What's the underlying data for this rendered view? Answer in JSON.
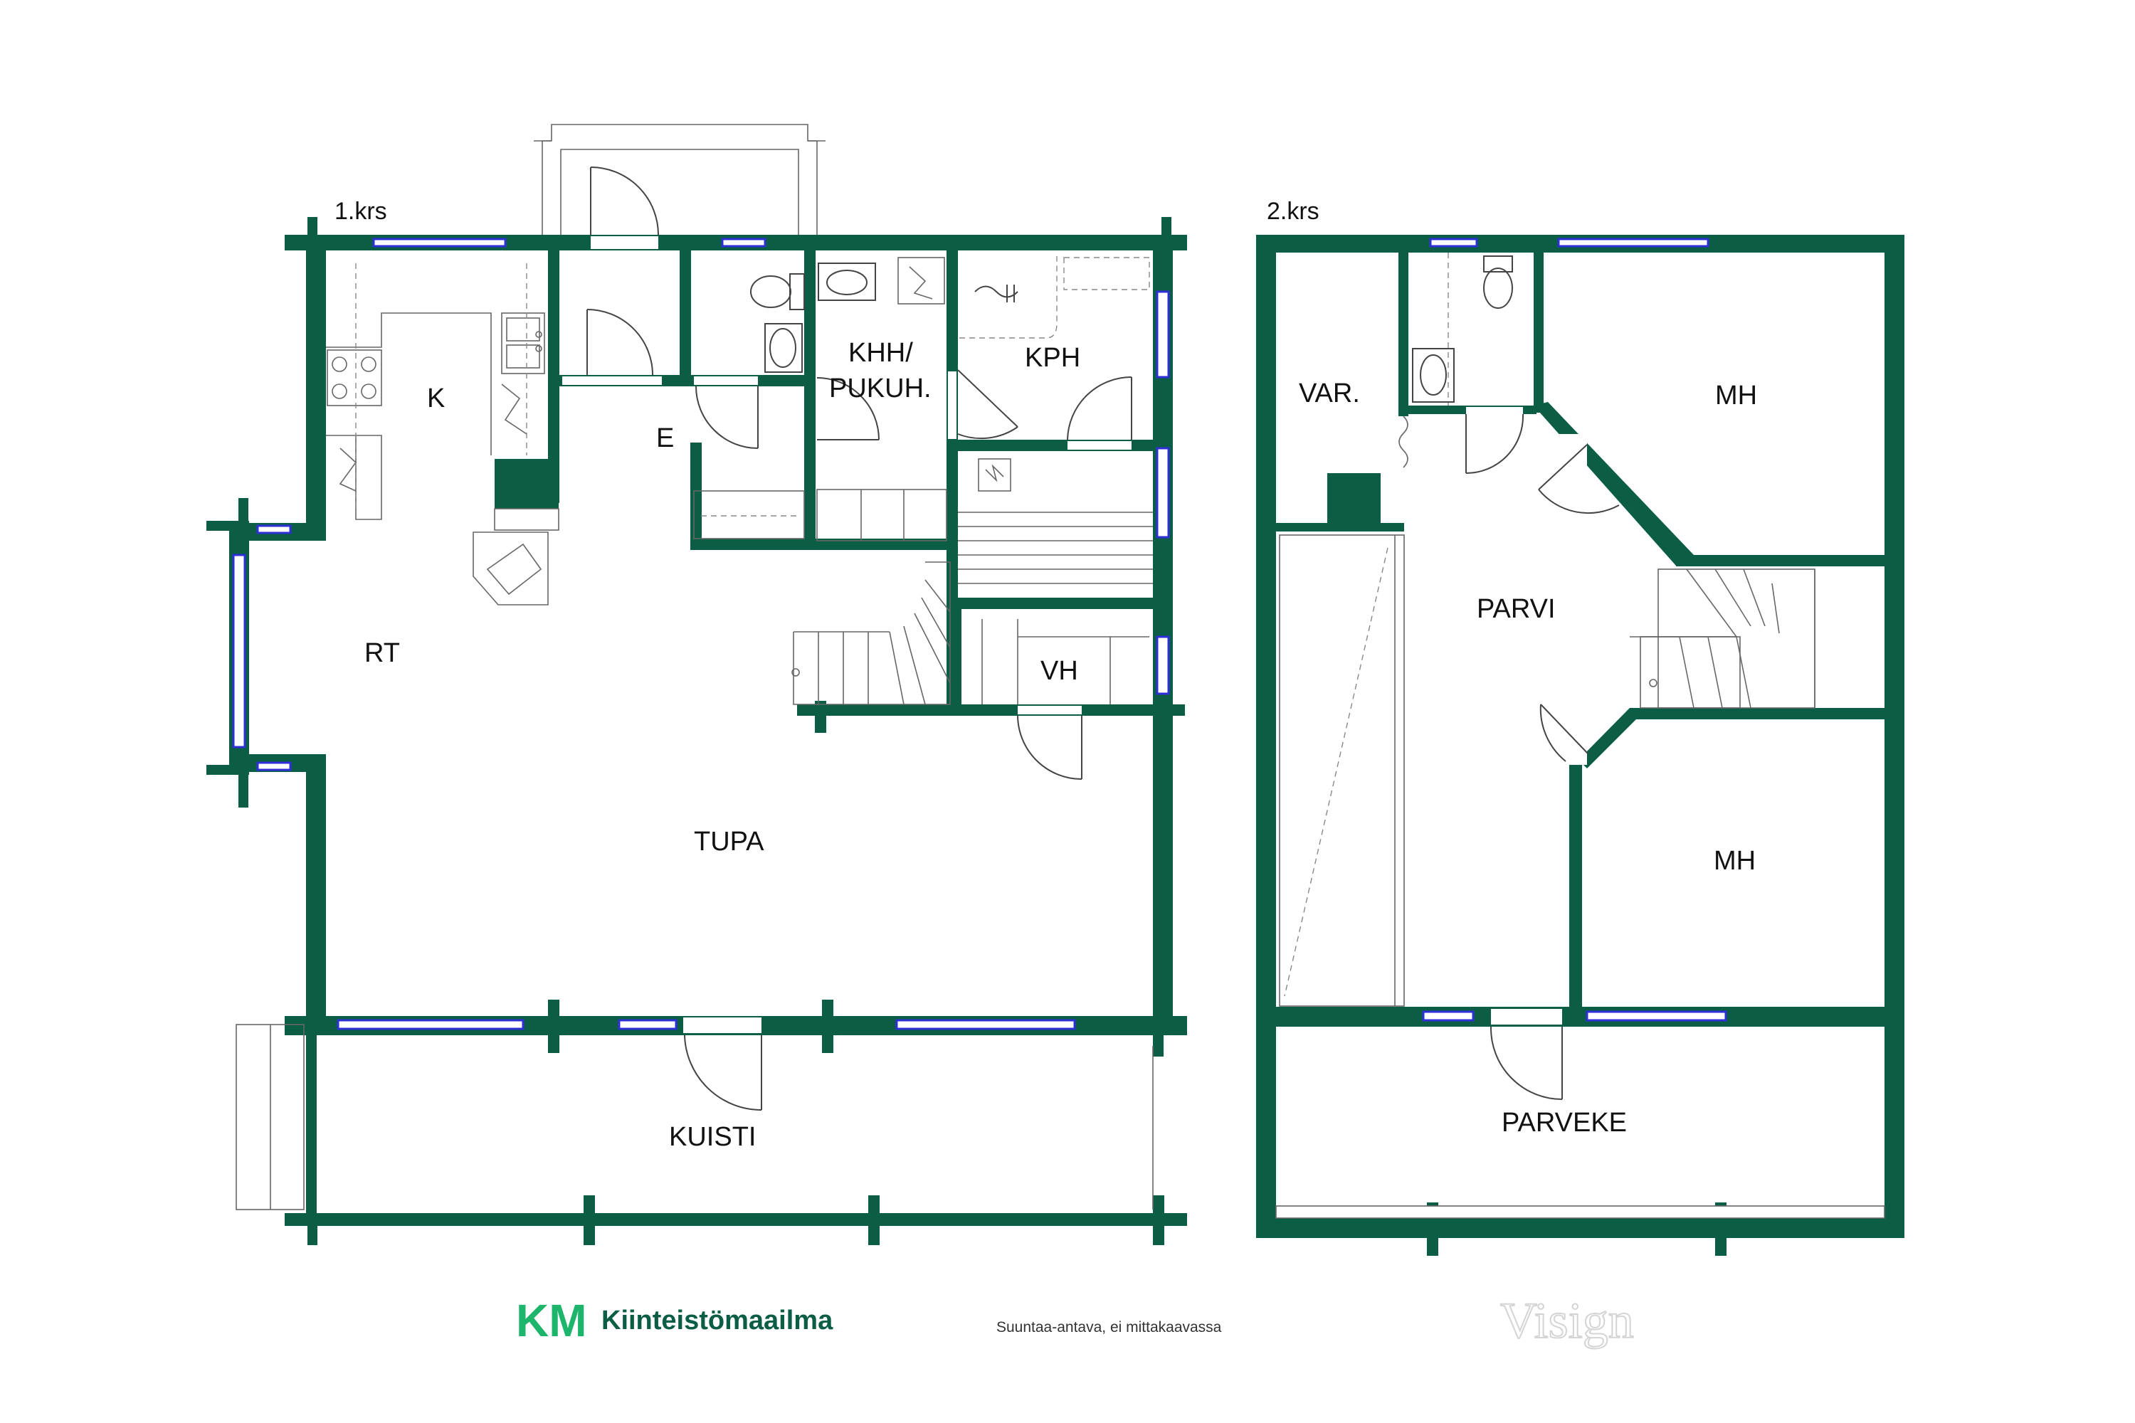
{
  "colors": {
    "wall": "#0b5d45",
    "window": "#2f2fd8",
    "brand_green": "#1db56b",
    "brand_dark": "#0b5d45"
  },
  "floors": {
    "first": {
      "label": "1.krs"
    },
    "second": {
      "label": "2.krs"
    }
  },
  "rooms_first": {
    "k": "K",
    "e": "E",
    "khh_1": "KHH/",
    "khh_2": "PUKUH.",
    "kph": "KPH",
    "rt": "RT",
    "vh": "VH",
    "tupa": "TUPA",
    "kuisti": "KUISTI"
  },
  "rooms_second": {
    "var": "VAR.",
    "mh_top": "MH",
    "parvi": "PARVI",
    "mh_bottom": "MH",
    "parveke": "PARVEKE"
  },
  "footer": {
    "brand_mark": "KM",
    "brand_name": "Kiinteistömaailma",
    "disclaimer": "Suuntaa-antava, ei mittakaavassa",
    "watermark": "Visign"
  }
}
